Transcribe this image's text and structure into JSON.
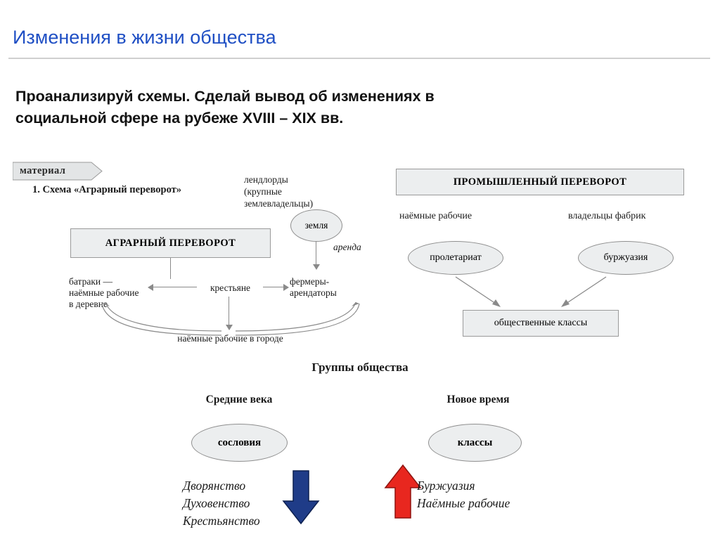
{
  "header": {
    "title": "Изменения в жизни общества",
    "title_color": "#1F4FC4"
  },
  "task": {
    "line1": "Проанализируй схемы. Сделай вывод об изменениях в",
    "line2": "социальной сфере на рубеже XVIII – XIX вв."
  },
  "material_tag": {
    "label": "материал"
  },
  "agrarian": {
    "caption": "1.  Схема  «Аграрный  переворот»",
    "title_box": "АГРАРНЫЙ ПЕРЕВОРОТ",
    "landlords": "лендлорды\n(крупные\nземлевладельцы)",
    "landlords_line1": "лендлорды",
    "landlords_line2": "(крупные",
    "landlords_line3": "землевладельцы)",
    "land_ellipse": "земля",
    "rent_label": "аренда",
    "left_node_line1": "батраки —",
    "left_node_line2": "наёмные рабочие",
    "left_node_line3": "в деревне",
    "center_node": "крестьяне",
    "right_node_line1": "фермеры-",
    "right_node_line2": "арендаторы",
    "bottom_node": "наёмные рабочие в городе"
  },
  "industrial": {
    "title_box": "ПРОМЫШЛЕННЫЙ ПЕРЕВОРОТ",
    "left_label": "наёмные рабочие",
    "right_label": "владельцы фабрик",
    "left_ellipse": "пролетариат",
    "right_ellipse": "буржуазия",
    "result_box": "общественные классы"
  },
  "groups": {
    "title": "Группы общества",
    "left_period": "Средние века",
    "right_period": "Новое время",
    "left_ellipse": "сословия",
    "right_ellipse": "классы",
    "left_list_line1": "Дворянство",
    "left_list_line2": "Духовенство",
    "left_list_line3": "Крестьянство",
    "right_list_line1": "Буржуазия",
    "right_list_line2": "Наёмные рабочие",
    "down_arrow_color": "#1F3C88",
    "up_arrow_color": "#E8271F"
  }
}
